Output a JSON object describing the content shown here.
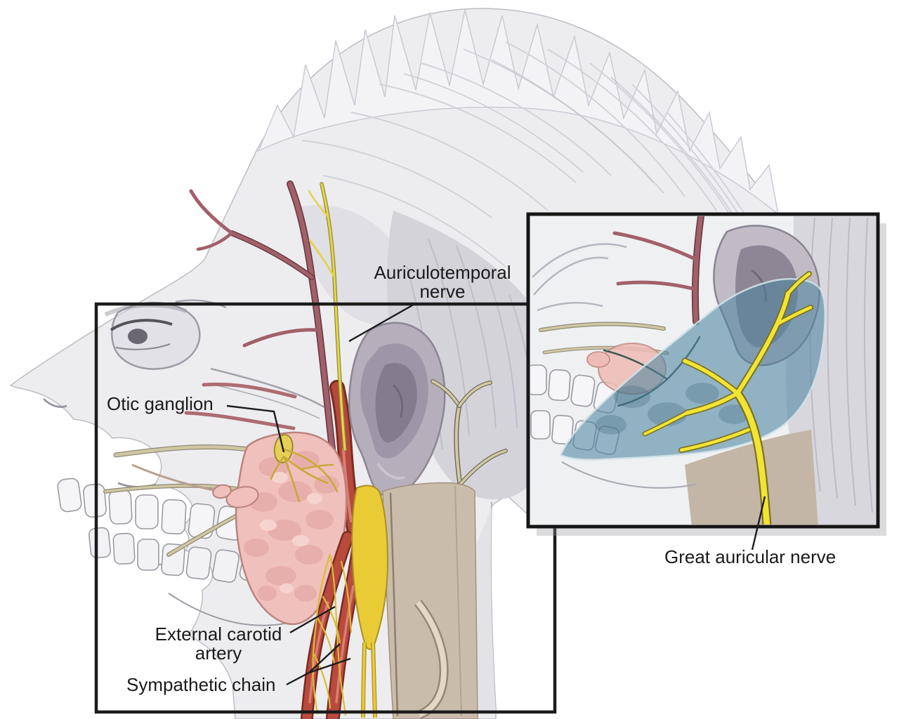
{
  "figure": {
    "kind": "anatomical-diagram",
    "view": "left profile of head and neck with framed detail region and inset panel"
  },
  "labels": {
    "auriculotemporal_nerve": "Auriculotemporal\nnerve",
    "otic_ganglion": "Otic ganglion",
    "external_carotid_artery": "External carotid\nartery",
    "sympathetic_chain": "Sympathetic chain",
    "great_auricular_nerve": "Great auricular nerve"
  },
  "colors": {
    "background": "#ffffff",
    "frame_black": "#1b1b1b",
    "label_text": "#1a1a1a",
    "artery_red": "#b84a3e",
    "temporal_artery_maroon": "#a2606a",
    "nerve_bright_yellow": "#f2e434",
    "sympathetic_yellow": "#e9cb36",
    "nerve_tan": "#d2caa6",
    "parotid_pink": "#f0c0bc",
    "inset_highlight_blue": "#4e84a0",
    "skin_gray": "#ededf0",
    "ear_gray": "#b4afba",
    "muscle_tan": "#c9bcab"
  }
}
